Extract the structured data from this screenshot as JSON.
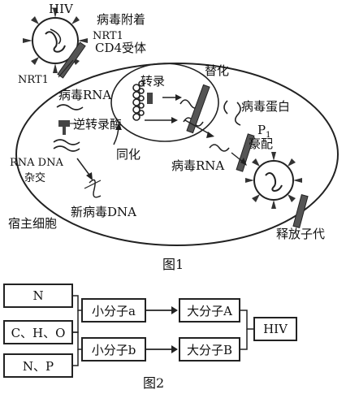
{
  "figure1": {
    "caption": "图1",
    "labels": {
      "hiv": "HIV",
      "attach": "病毒附着",
      "nrt1_top": "NRT1",
      "cd4": "CD4受体",
      "nrt1_left": "NRT1",
      "transcription": "转录",
      "substitution": "替化",
      "viral_rna_top": "病毒RNA",
      "reverse_transcriptase": "逆转录酶",
      "viral_protein": "病毒蛋白",
      "integration": "同化",
      "p1": "P",
      "p1_sub": "1",
      "assembly": "豪配",
      "rna_dna": "RNA DNA",
      "hybrid": "杂交",
      "viral_rna_bottom": "病毒RNA",
      "new_viral_dna": "新病毒DNA",
      "host_cell": "宿主细胞",
      "release": "释放子代"
    }
  },
  "figure2": {
    "caption": "图2",
    "boxes": {
      "n": "N",
      "chon": "C、H、O",
      "np": "N、P",
      "small_a": "小分子a",
      "small_b": "小分子b",
      "large_a": "大分子A",
      "large_b": "大分子B",
      "hiv": "HIV"
    }
  }
}
